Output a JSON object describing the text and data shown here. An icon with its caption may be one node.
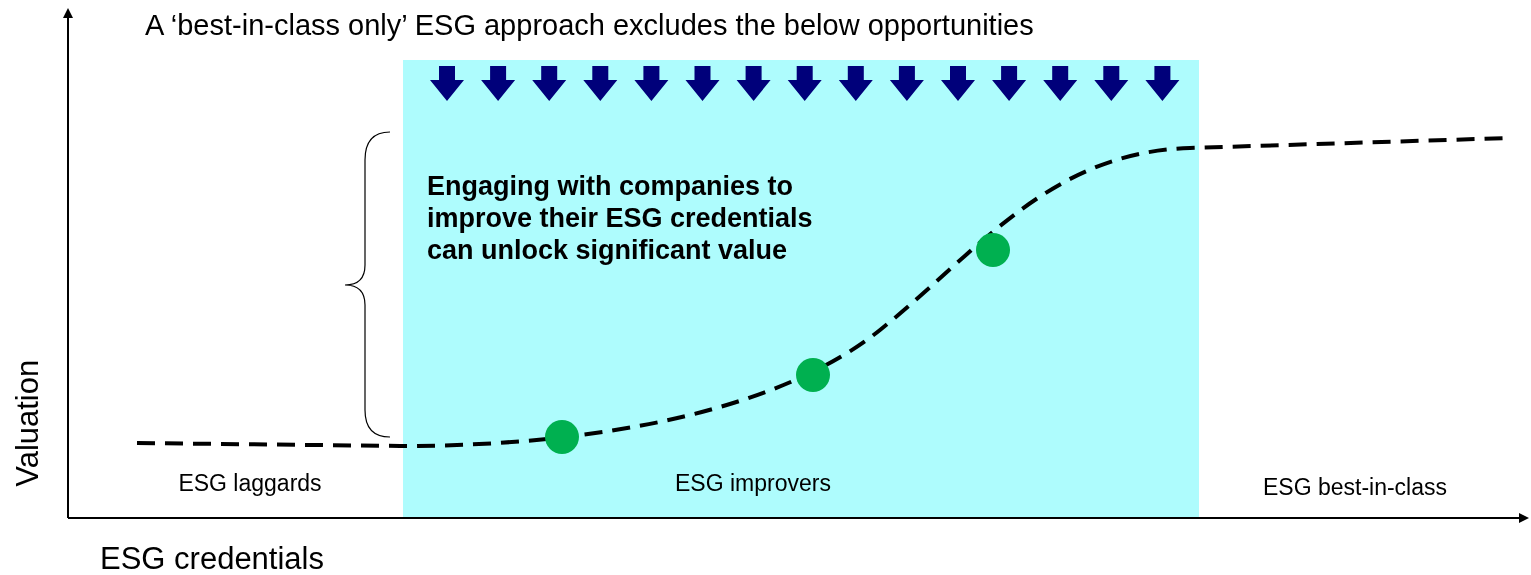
{
  "diagram": {
    "title": "A ‘best-in-class only’ ESG approach excludes the below opportunities",
    "nodes": [
      {
        "text": [
          "Engaging with companies to improve their ESG credentials can unlock significant value",
          "ESG improvers"
        ]
      }
    ],
    "edges": [],
    "labels": [
      "ESG laggards",
      "ESG best-in-class",
      "Valuation",
      "ESG credentials"
    ]
  }
}
